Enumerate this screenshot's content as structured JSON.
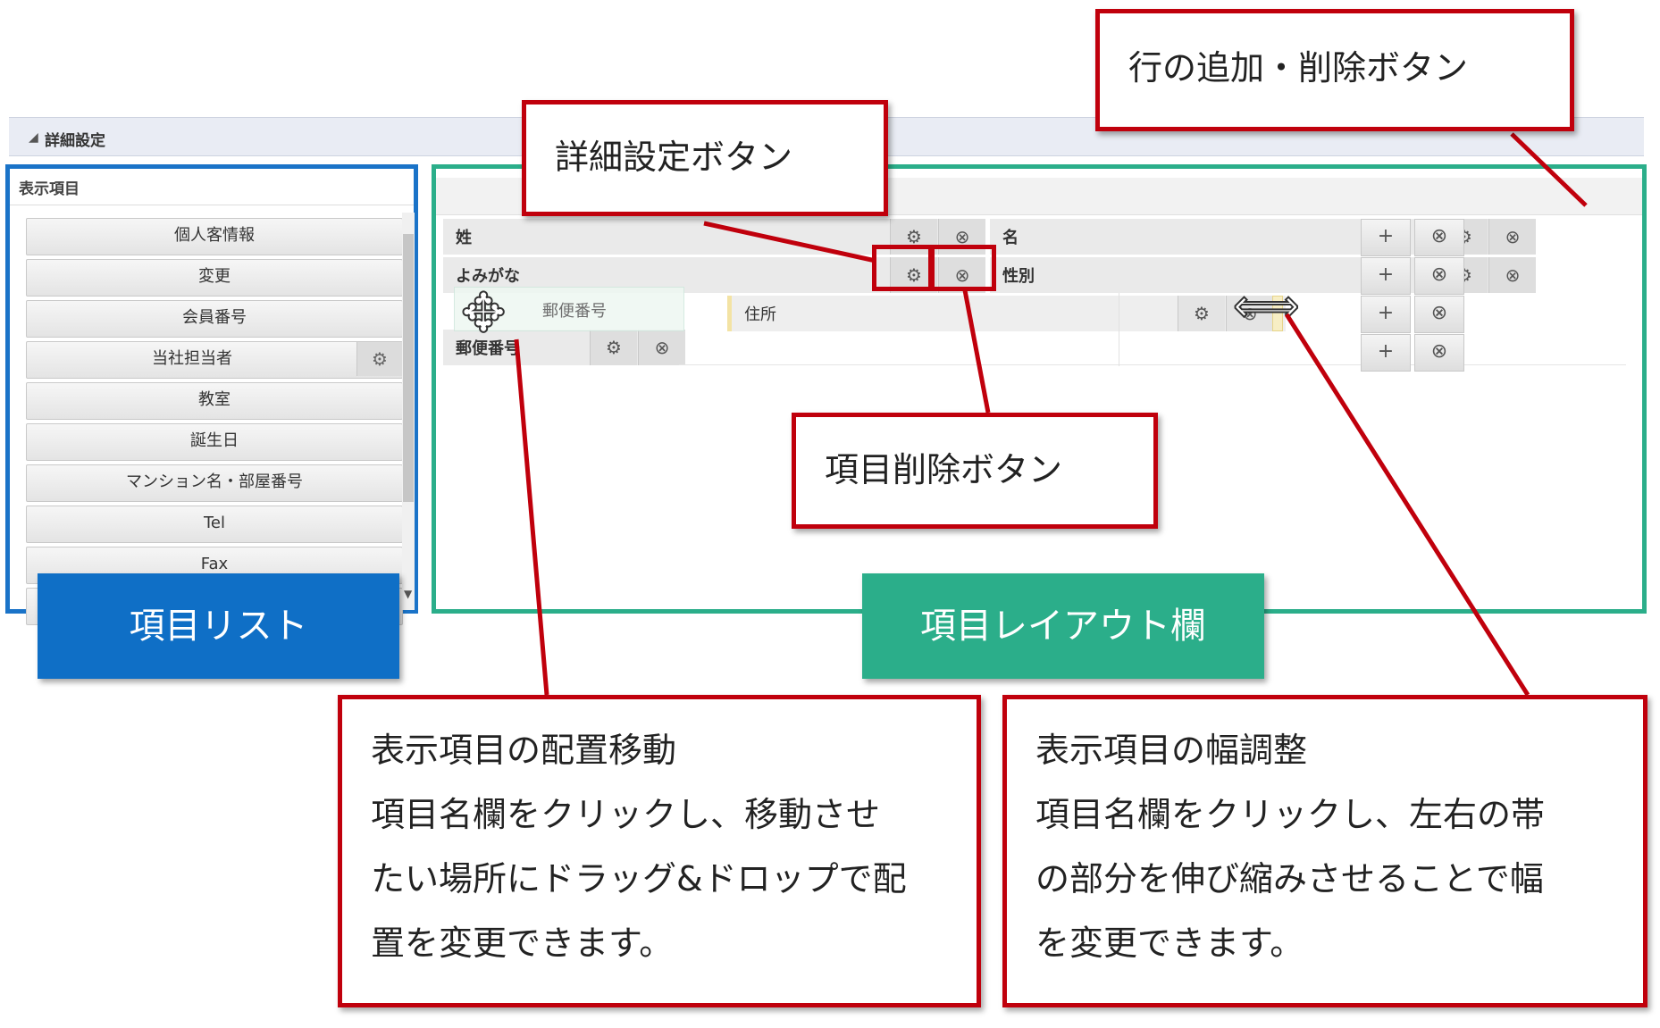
{
  "section": {
    "title": "詳細設定"
  },
  "item_list": {
    "header": "表示項目",
    "items": [
      "個人客情報",
      "変更",
      "会員番号",
      "当社担当者",
      "教室",
      "誕生日",
      "マンション名・部屋番号",
      "Tel",
      "Fax"
    ]
  },
  "layout": {
    "rows": [
      {
        "left": "姓",
        "right": "名"
      },
      {
        "left": "よみがな",
        "right": "性別"
      },
      {
        "left": "郵便番号",
        "dragging": "郵便番号",
        "middle": "住所"
      }
    ]
  },
  "callouts": {
    "detail_button": "詳細設定ボタン",
    "row_add_delete": "行の追加・削除ボタン",
    "item_delete": "項目削除ボタン",
    "move": [
      "表示項目の配置移動",
      "項目名欄をクリックし、移動させ",
      "たい場所にドラッグ&ドロップで配",
      "置を変更できます。"
    ],
    "width": [
      "表示項目の幅調整",
      "項目名欄をクリックし、左右の帯",
      "の部分を伸び縮みさせることで幅",
      "を変更できます。"
    ]
  },
  "labels": {
    "item_list": "項目リスト",
    "layout_area": "項目レイアウト欄"
  },
  "icons": {
    "gear": "gear-icon",
    "delete": "close-circle-icon",
    "add": "plus-icon",
    "move": "move-cursor-icon",
    "resize": "resize-horizontal-icon"
  },
  "colors": {
    "list_border": "#1a73c8",
    "layout_border": "#2bae8a",
    "callout_red": "#c0000c"
  }
}
